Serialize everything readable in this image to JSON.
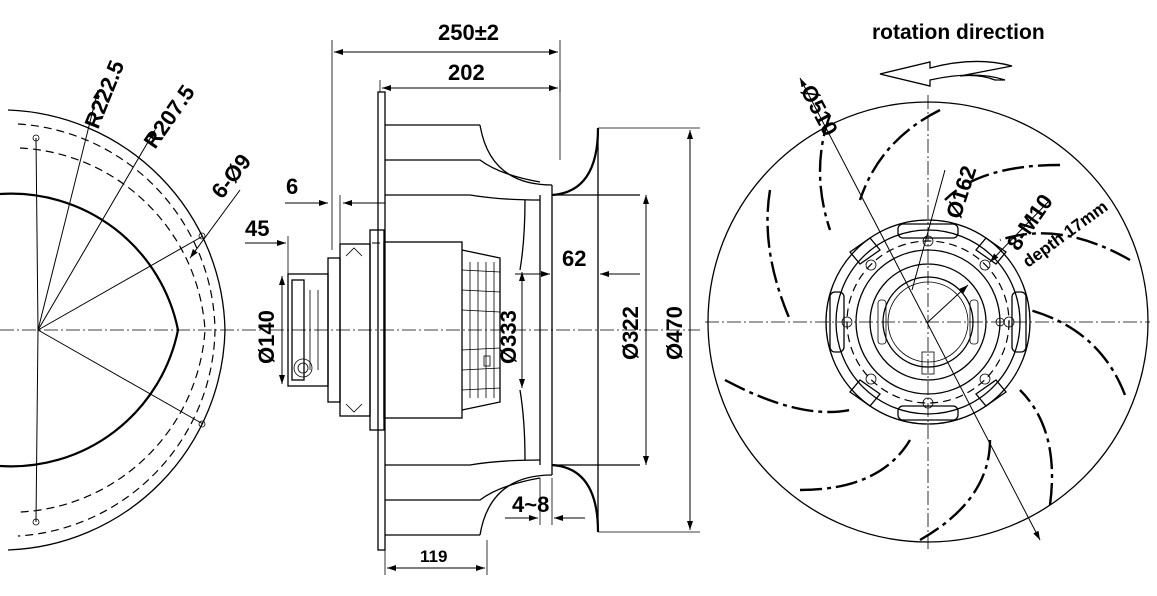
{
  "title": "rotation direction",
  "left_view": {
    "r_outer": "R222.5",
    "r_inner": "R207.5",
    "holes": "6-Ø9"
  },
  "side_view": {
    "overall_length": "250±2",
    "blade_length": "202",
    "flange_offset": "6",
    "shaft_offset": "45",
    "motor_diameter": "Ø140",
    "hub_diameter": "Ø333",
    "inlet_depth": "62",
    "inlet_diameter": "Ø322",
    "ring_diameter": "Ø470",
    "gap": "4~8",
    "bottom_length": "119"
  },
  "front_view": {
    "impeller_diameter": "Ø510",
    "bolt_circle": "Ø162",
    "threads": "8-M10",
    "thread_depth": "depth 17mm"
  }
}
